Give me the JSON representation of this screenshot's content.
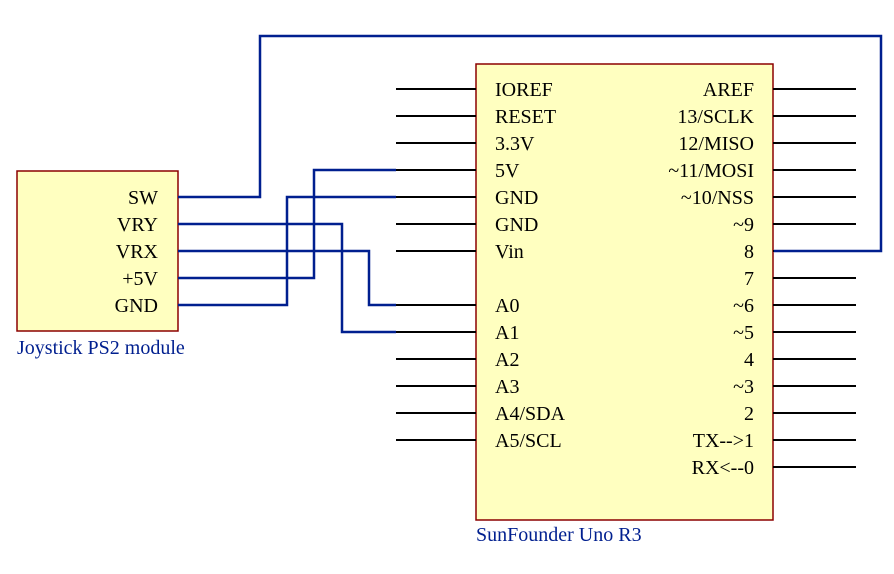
{
  "colors": {
    "background": "#ffffff",
    "part_fill": "#ffffc0",
    "part_stroke": "#8b0000",
    "pin_line": "#000000",
    "wire": "#001f8f",
    "name_text": "#001f8f"
  },
  "joystick": {
    "name": "Joystick PS2 module",
    "pins": [
      "SW",
      "VRY",
      "VRX",
      "+5V",
      "GND"
    ]
  },
  "uno": {
    "name": "SunFounder Uno R3",
    "left_pins": [
      "IOREF",
      "RESET",
      "3.3V",
      "5V",
      "GND",
      "GND",
      "Vin",
      "A0",
      "A1",
      "A2",
      "A3",
      "A4/SDA",
      "A5/SCL"
    ],
    "right_pins": [
      "AREF",
      "13/SCLK",
      "12/MISO",
      "~11/MOSI",
      "~10/NSS",
      "~9",
      "8",
      "7",
      "~6",
      "~5",
      "4",
      "~3",
      "2",
      "TX-->1",
      "RX<--0"
    ]
  },
  "connections": [
    {
      "from": "SW",
      "to": "8"
    },
    {
      "from": "VRY",
      "to": "A1"
    },
    {
      "from": "VRX",
      "to": "A0"
    },
    {
      "from": "+5V",
      "to": "5V"
    },
    {
      "from": "GND",
      "to": "GND"
    }
  ]
}
